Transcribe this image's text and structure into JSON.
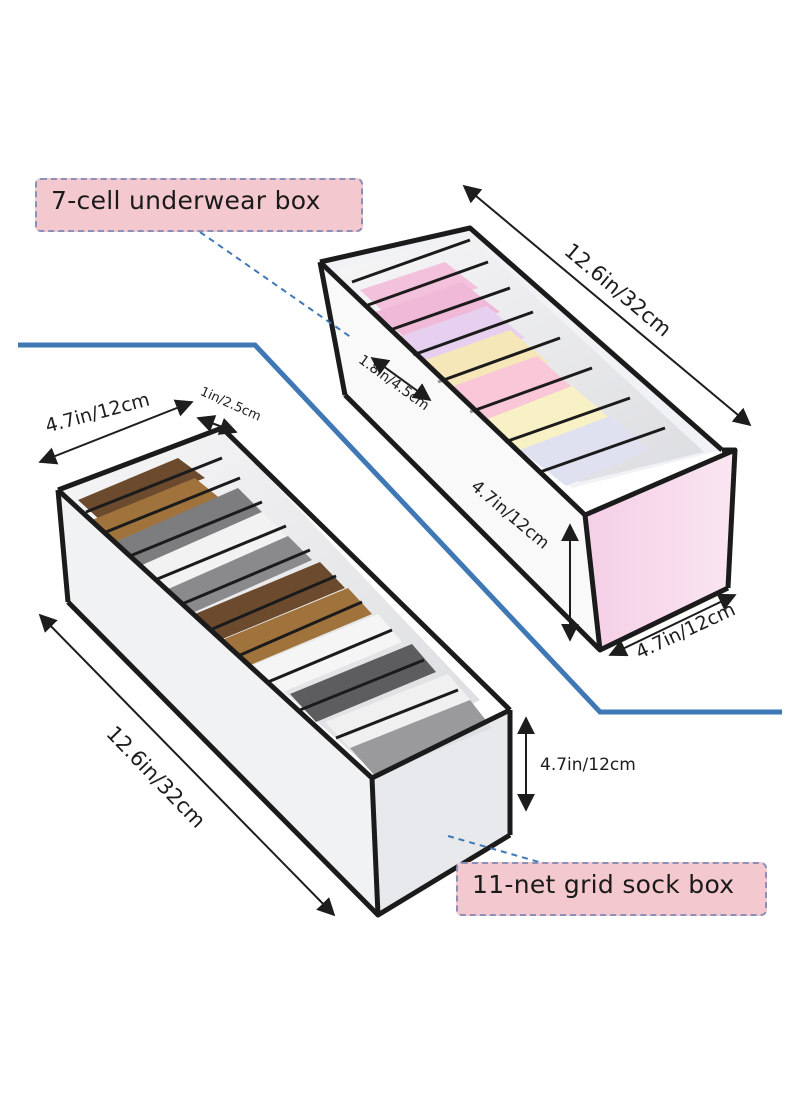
{
  "labels": {
    "top_box": "7-cell underwear box",
    "bottom_box": "11-net grid sock box"
  },
  "dimensions": {
    "top_length": "12.6in/32cm",
    "top_cell_width": "1.8in/4.5cm",
    "top_height": "4.7in/12cm",
    "top_width": "4.7in/12cm",
    "bottom_width": "4.7in/12cm",
    "bottom_cell_width": "1in/2.5cm",
    "bottom_height": "4.7in/12cm",
    "bottom_length": "12.6in/32cm"
  },
  "colors": {
    "divider_line": "#3f78b5",
    "callout_fill": "#f4c8cf",
    "callout_border": "#8c8fb6",
    "box_edge": "#1b1b1b"
  }
}
